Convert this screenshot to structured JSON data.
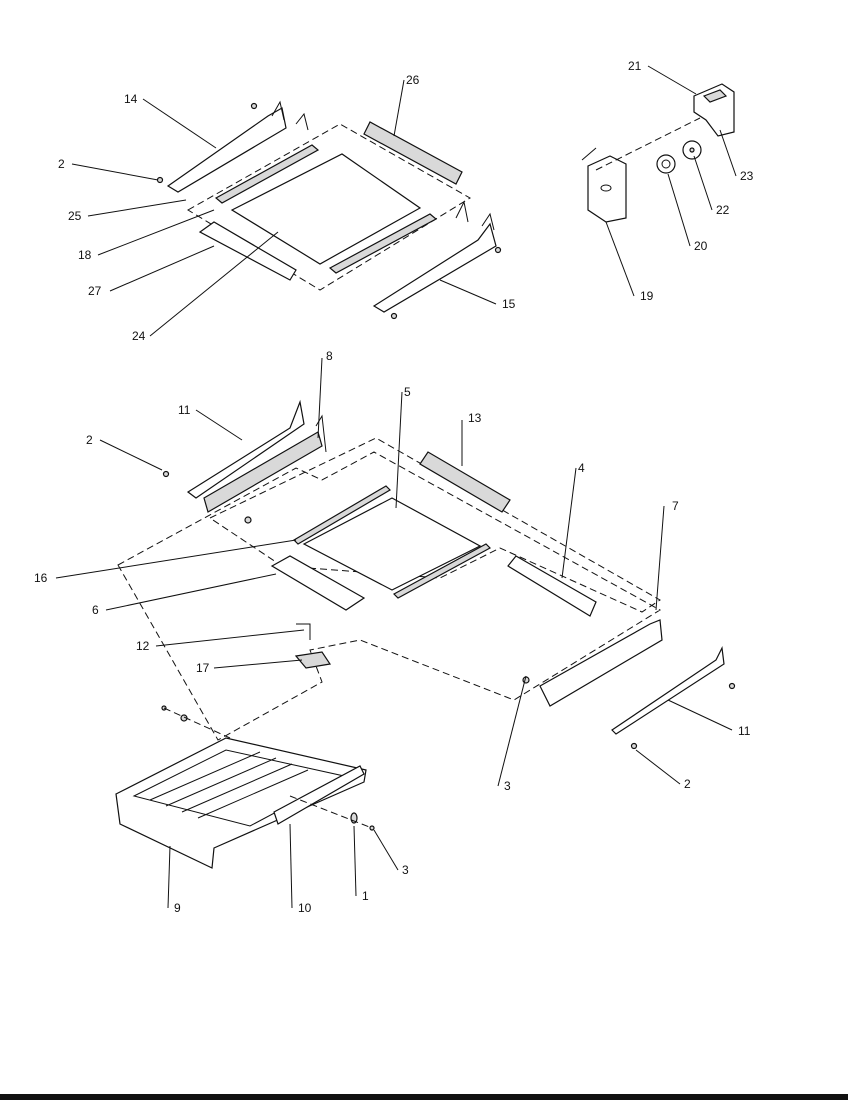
{
  "labels": {
    "top_shelf": [
      "14",
      "2",
      "25",
      "18",
      "27",
      "24",
      "26",
      "15"
    ],
    "bracket": [
      "21",
      "23",
      "22",
      "20",
      "19"
    ],
    "main_shelf": [
      "8",
      "5",
      "11",
      "13",
      "2",
      "16",
      "6",
      "4",
      "7",
      "12",
      "17",
      "3",
      "11",
      "2"
    ],
    "drawer": [
      "9",
      "10",
      "1",
      "3"
    ]
  }
}
